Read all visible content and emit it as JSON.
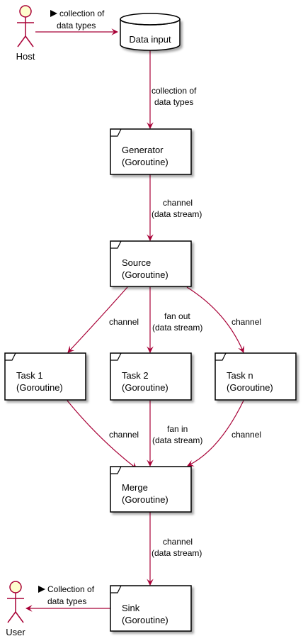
{
  "actors": {
    "host": {
      "label": "Host"
    },
    "user": {
      "label": "User"
    }
  },
  "nodes": {
    "data_input": {
      "label": "Data input"
    },
    "generator": {
      "line1": "Generator",
      "line2": "(Goroutine)"
    },
    "source": {
      "line1": "Source",
      "line2": "(Goroutine)"
    },
    "task1": {
      "line1": "Task 1",
      "line2": "(Goroutine)"
    },
    "task2": {
      "line1": "Task 2",
      "line2": "(Goroutine)"
    },
    "taskn": {
      "line1": "Task n",
      "line2": "(Goroutine)"
    },
    "merge": {
      "line1": "Merge",
      "line2": "(Goroutine)"
    },
    "sink": {
      "line1": "Sink",
      "line2": "(Goroutine)"
    }
  },
  "edges": {
    "host_to_input": {
      "line1": "collection of",
      "line2": "data types"
    },
    "input_to_generator": {
      "line1": "collection of",
      "line2": "data types"
    },
    "generator_to_source": {
      "line1": "channel",
      "line2": "(data stream)"
    },
    "source_to_task1": {
      "line1": "channel"
    },
    "source_to_task2": {
      "line1": "fan out",
      "line2": "(data stream)"
    },
    "source_to_taskn": {
      "line1": "channel"
    },
    "task1_to_merge": {
      "line1": "channel"
    },
    "task2_to_merge": {
      "line1": "fan in",
      "line2": "(data stream)"
    },
    "taskn_to_merge": {
      "line1": "channel"
    },
    "merge_to_sink": {
      "line1": "channel",
      "line2": "(data stream)"
    },
    "sink_to_user": {
      "line1": "Collection of",
      "line2": "data types"
    }
  },
  "colors": {
    "edge": "#A80036",
    "node_fill": "#FFFFFF",
    "actor_fill": "#FEFECE",
    "border": "#000000"
  }
}
